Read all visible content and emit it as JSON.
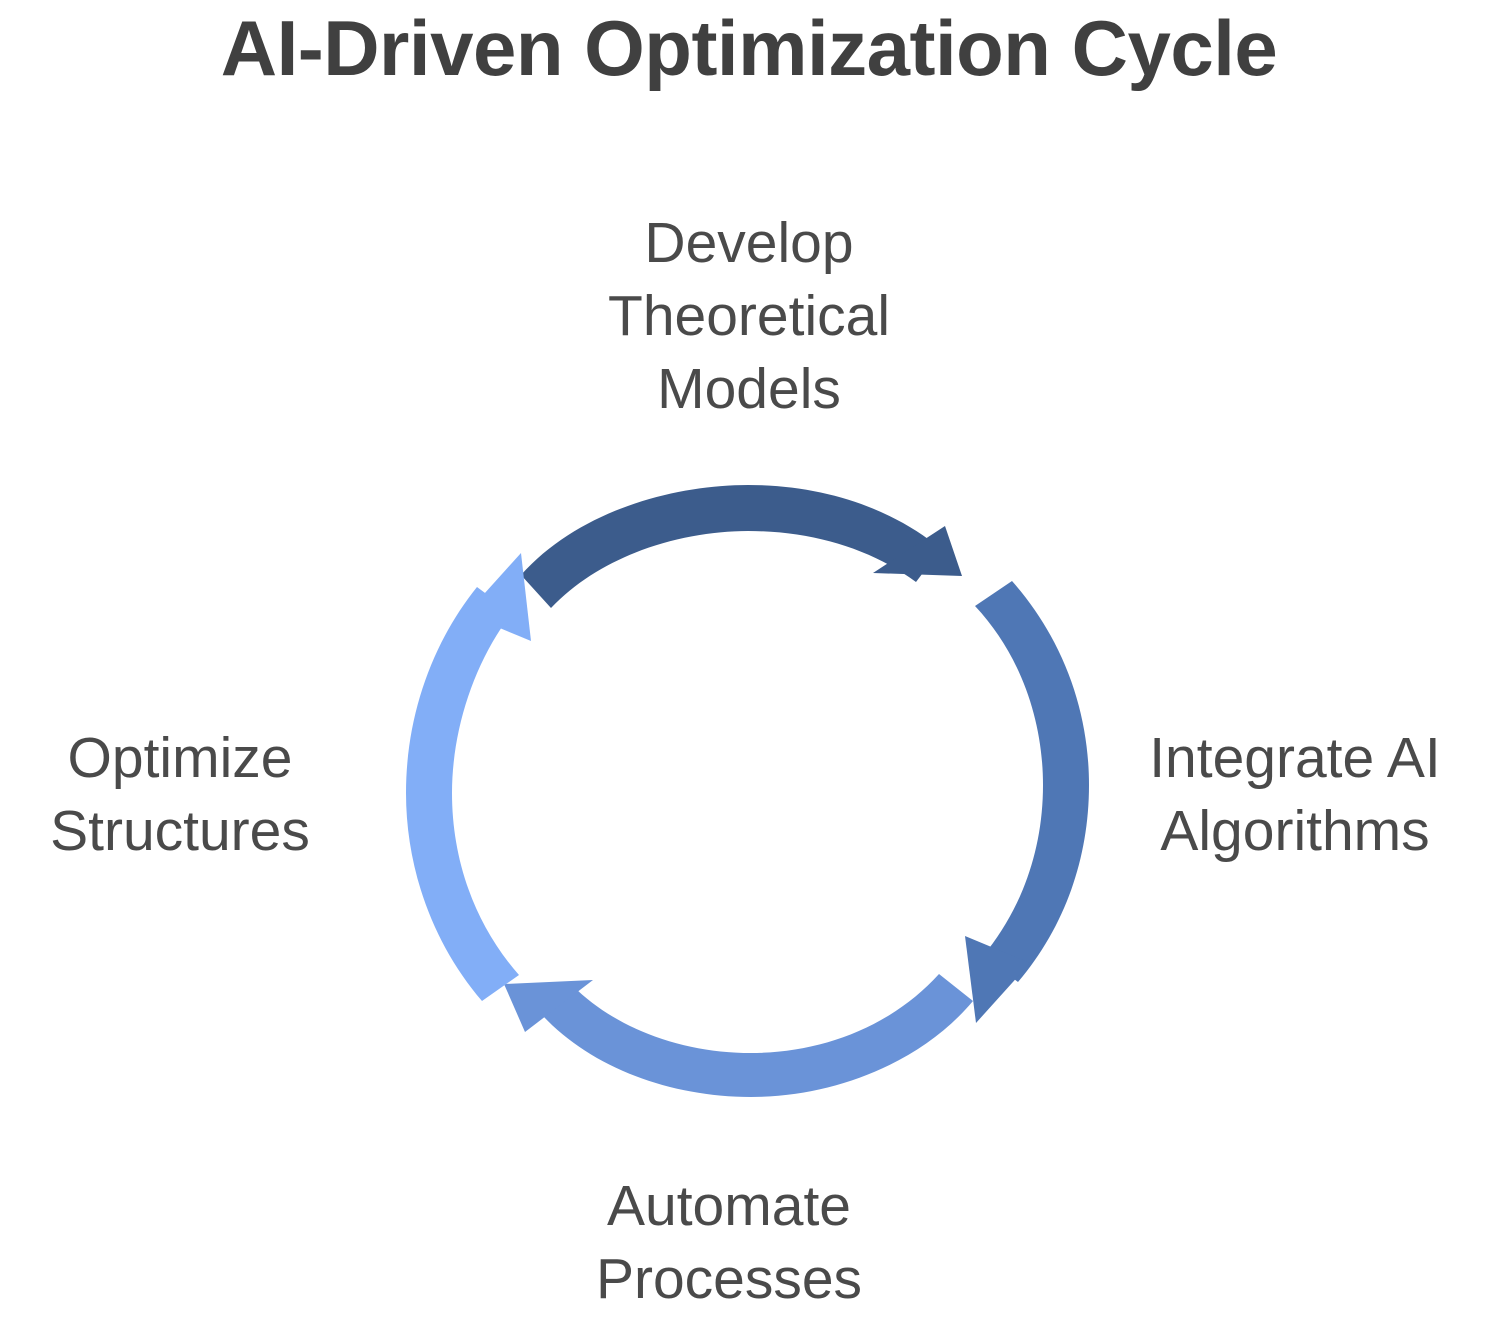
{
  "diagram": {
    "title": "AI-Driven Optimization Cycle",
    "type": "cycle-diagram",
    "direction": "clockwise",
    "background_color": "#ffffff",
    "title_color": "#404040",
    "label_color": "#4a4a4a",
    "stages": [
      {
        "id": "develop-theoretical-models",
        "label": "Develop\nTheoretical\nModels",
        "position": "top",
        "arrow_name": "arrow-top",
        "arrow_color": "#3c5c8c"
      },
      {
        "id": "integrate-ai-algorithms",
        "label": "Integrate AI\nAlgorithms",
        "position": "right",
        "arrow_name": "arrow-right",
        "arrow_color": "#4f77b5"
      },
      {
        "id": "automate-processes",
        "label": "Automate\nProcesses",
        "position": "bottom",
        "arrow_name": "arrow-bottom",
        "arrow_color": "#6a93d8"
      },
      {
        "id": "optimize-structures",
        "label": "Optimize\nStructures",
        "position": "left",
        "arrow_name": "arrow-left",
        "arrow_color": "#82aef7"
      }
    ]
  },
  "chart_data": {
    "type": "diagram",
    "title": "AI-Driven Optimization Cycle",
    "categories": [
      "Develop Theoretical Models",
      "Integrate AI Algorithms",
      "Automate Processes",
      "Optimize Structures"
    ],
    "colors": [
      "#3c5c8c",
      "#4f77b5",
      "#6a93d8",
      "#82aef7"
    ],
    "legend": "none",
    "grid": false
  }
}
